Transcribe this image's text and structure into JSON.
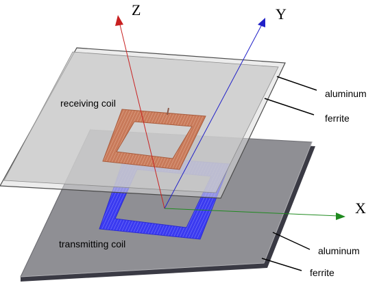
{
  "diagram": {
    "axes": {
      "x": "X",
      "y": "Y",
      "z": "Z"
    },
    "labels": {
      "receiving_coil": "receiving coil",
      "transmitting_coil": "transmitting coil",
      "upper_aluminum": "aluminum",
      "upper_ferrite": "ferrite",
      "lower_aluminum": "aluminum",
      "lower_ferrite": "ferrite"
    },
    "colors": {
      "x_axis": "#1f8a1f",
      "y_axis": "#2020c8",
      "z_axis": "#c82020",
      "receiving_coil": "#c87a5a",
      "transmitting_coil": "#3a3af0",
      "upper_plate": "#c9c9c9",
      "lower_plate": "#8f8f94",
      "lower_plate_edge": "#3a3a44"
    }
  }
}
